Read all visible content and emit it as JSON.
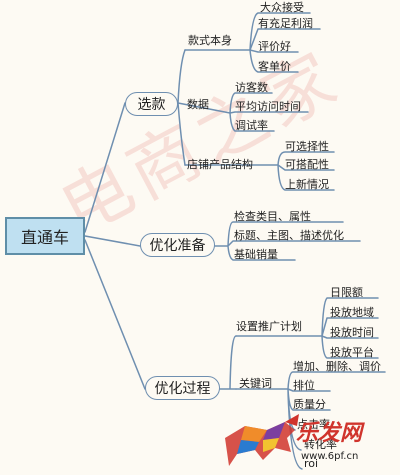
{
  "watermark": "电商之家",
  "root": "直通车",
  "branches": [
    {
      "label": "选款",
      "groups": [
        {
          "label": "款式本身",
          "leaves": [
            "大众接受",
            "有充足利润",
            "评价好",
            "客单价"
          ]
        },
        {
          "label": "数据",
          "leaves": [
            "访客数",
            "平均访问时间",
            "调试率"
          ]
        },
        {
          "label": "店铺产品结构",
          "leaves": [
            "可选择性",
            "可搭配性",
            "上新情况"
          ]
        }
      ]
    },
    {
      "label": "优化准备",
      "leaves": [
        "检查类目、属性",
        "标题、主图、描述优化",
        "基础销量"
      ]
    },
    {
      "label": "优化过程",
      "groups": [
        {
          "label": "设置推广计划",
          "leaves": [
            "日限额",
            "投放地域",
            "投放时间",
            "投放平台"
          ]
        },
        {
          "label": "关键词",
          "leaves": [
            "增加、删除、调价",
            "排位",
            "质量分",
            "点击率",
            "转化率",
            "roi"
          ]
        }
      ]
    }
  ],
  "logo": {
    "text": "乐发网",
    "url": "www.6pf.cn"
  },
  "colors": {
    "line": "#6f8fb0",
    "root_fill": "#bfe0f1",
    "watermark": "#f3c9c2",
    "logo_red": "#d0342c"
  }
}
